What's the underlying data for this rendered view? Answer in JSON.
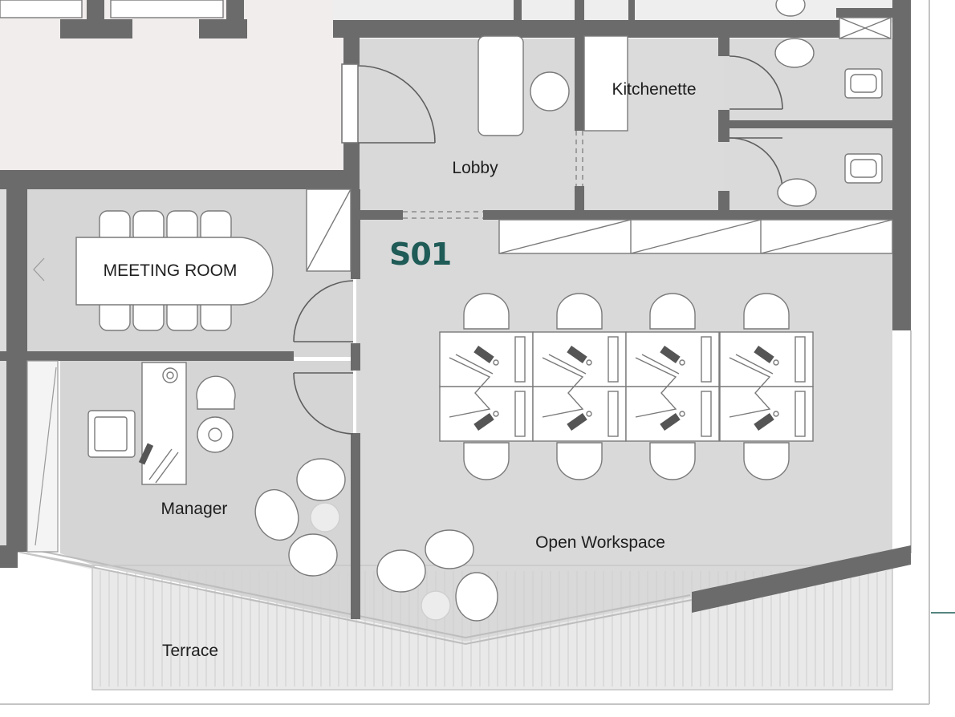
{
  "unit": {
    "code": "S01",
    "color": "#1f5b57"
  },
  "rooms": {
    "lobby": "Lobby",
    "kitchenette": "Kitchenette",
    "meeting_room": "MEETING ROOM",
    "manager": "Manager",
    "open_workspace": "Open Workspace",
    "terrace": "Terrace"
  },
  "colors": {
    "wall": "#6b6b6b",
    "floor": "#d9d9d9",
    "adjacent_unit": "#f1eded",
    "accent_line": "#1f5b57"
  }
}
